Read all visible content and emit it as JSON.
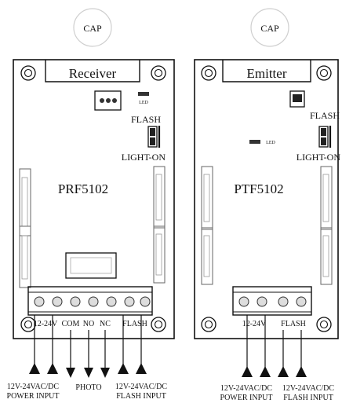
{
  "receiver": {
    "cap": "CAP",
    "title": "Receiver",
    "led": "LED",
    "flash": "FLASH",
    "light_on": "LIGHT-ON",
    "model": "PRF5102",
    "terminal_labels": {
      "v": "12-24V",
      "com": "COM",
      "no": "NO",
      "nc": "NC",
      "flash": "FLASH"
    },
    "bottom_labels": {
      "power_line1": "12V-24VAC/DC",
      "power_line2": "POWER INPUT",
      "photo": "PHOTO",
      "flash_line1": "12V-24VAC/DC",
      "flash_line2": "FLASH INPUT"
    }
  },
  "emitter": {
    "cap": "CAP",
    "title": "Emitter",
    "led": "LED",
    "flash": "FLASH",
    "light_on": "LIGHT-ON",
    "model": "PTF5102",
    "terminal_labels": {
      "v": "12-24V",
      "flash": "FLASH"
    },
    "bottom_labels": {
      "power_line1": "12V-24VAC/DC",
      "power_line2": "POWER INPUT",
      "flash_line1": "12V-24VAC/DC",
      "flash_line2": "FLASH INPUT"
    }
  }
}
